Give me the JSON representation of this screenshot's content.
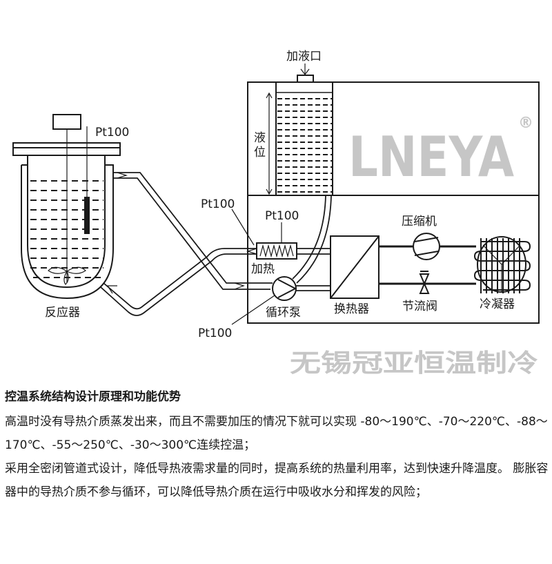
{
  "diagram": {
    "labels": {
      "fill_port": "加液口",
      "level_1": "液",
      "level_2": "位",
      "reactor": "反应器",
      "pt100_reactor": "Pt100",
      "pt100_outlet": "Pt100",
      "pt100_heater": "Pt100",
      "pt100_pump": "Pt100",
      "heater": "加热",
      "pump": "循环泵",
      "heat_exchanger": "换热器",
      "compressor": "压缩机",
      "throttle_valve": "节流阀",
      "condenser": "冷凝器"
    },
    "watermark": {
      "brand": "LNEYA",
      "registered": "®",
      "company": "无锡冠亚恒温制冷"
    },
    "colors": {
      "line": "#1a1a1a",
      "watermark": "#b3b3b3"
    }
  },
  "description": {
    "title": "控温系统结构设计原理和功能优势",
    "paragraphs": [
      "高温时没有导热介质蒸发出来，而且不需要加压的情况下就可以实现 -80～190℃、-70～220℃、-88～170℃、-55～250℃、-30～300℃连续控温；",
      "采用全密闭管道式设计，降低导热液需求量的同时，提高系统的热量利用率，达到快速升降温度。 膨胀容器中的导热介质不参与循环，可以降低导热介质在运行中吸收水分和挥发的风险；"
    ]
  }
}
